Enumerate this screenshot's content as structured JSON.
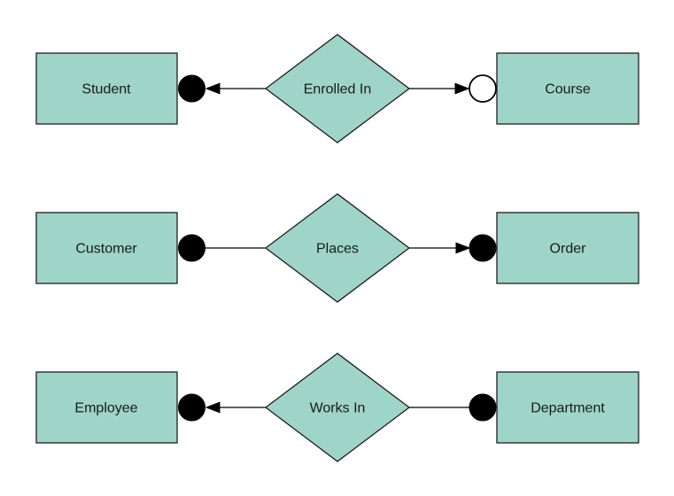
{
  "diagram": {
    "type": "entity-relationship",
    "background_color": "#ffffff",
    "shape_fill": "#9ed5c8",
    "shape_stroke": "#1f1f1f",
    "connector_color": "#000000",
    "rows": [
      {
        "left_entity": "Student",
        "relationship": "Enrolled In",
        "right_entity": "Course",
        "left_terminal": "filled-circle",
        "right_terminal": "open-circle",
        "left_arrowhead": "toward-left-entity",
        "right_arrowhead": "toward-right-entity"
      },
      {
        "left_entity": "Customer",
        "relationship": "Places",
        "right_entity": "Order",
        "left_terminal": "filled-circle",
        "right_terminal": "filled-circle",
        "left_arrowhead": "none",
        "right_arrowhead": "toward-right-entity"
      },
      {
        "left_entity": "Employee",
        "relationship": "Works In",
        "right_entity": "Department",
        "left_terminal": "filled-circle",
        "right_terminal": "filled-circle",
        "left_arrowhead": "toward-left-entity",
        "right_arrowhead": "none"
      }
    ]
  }
}
